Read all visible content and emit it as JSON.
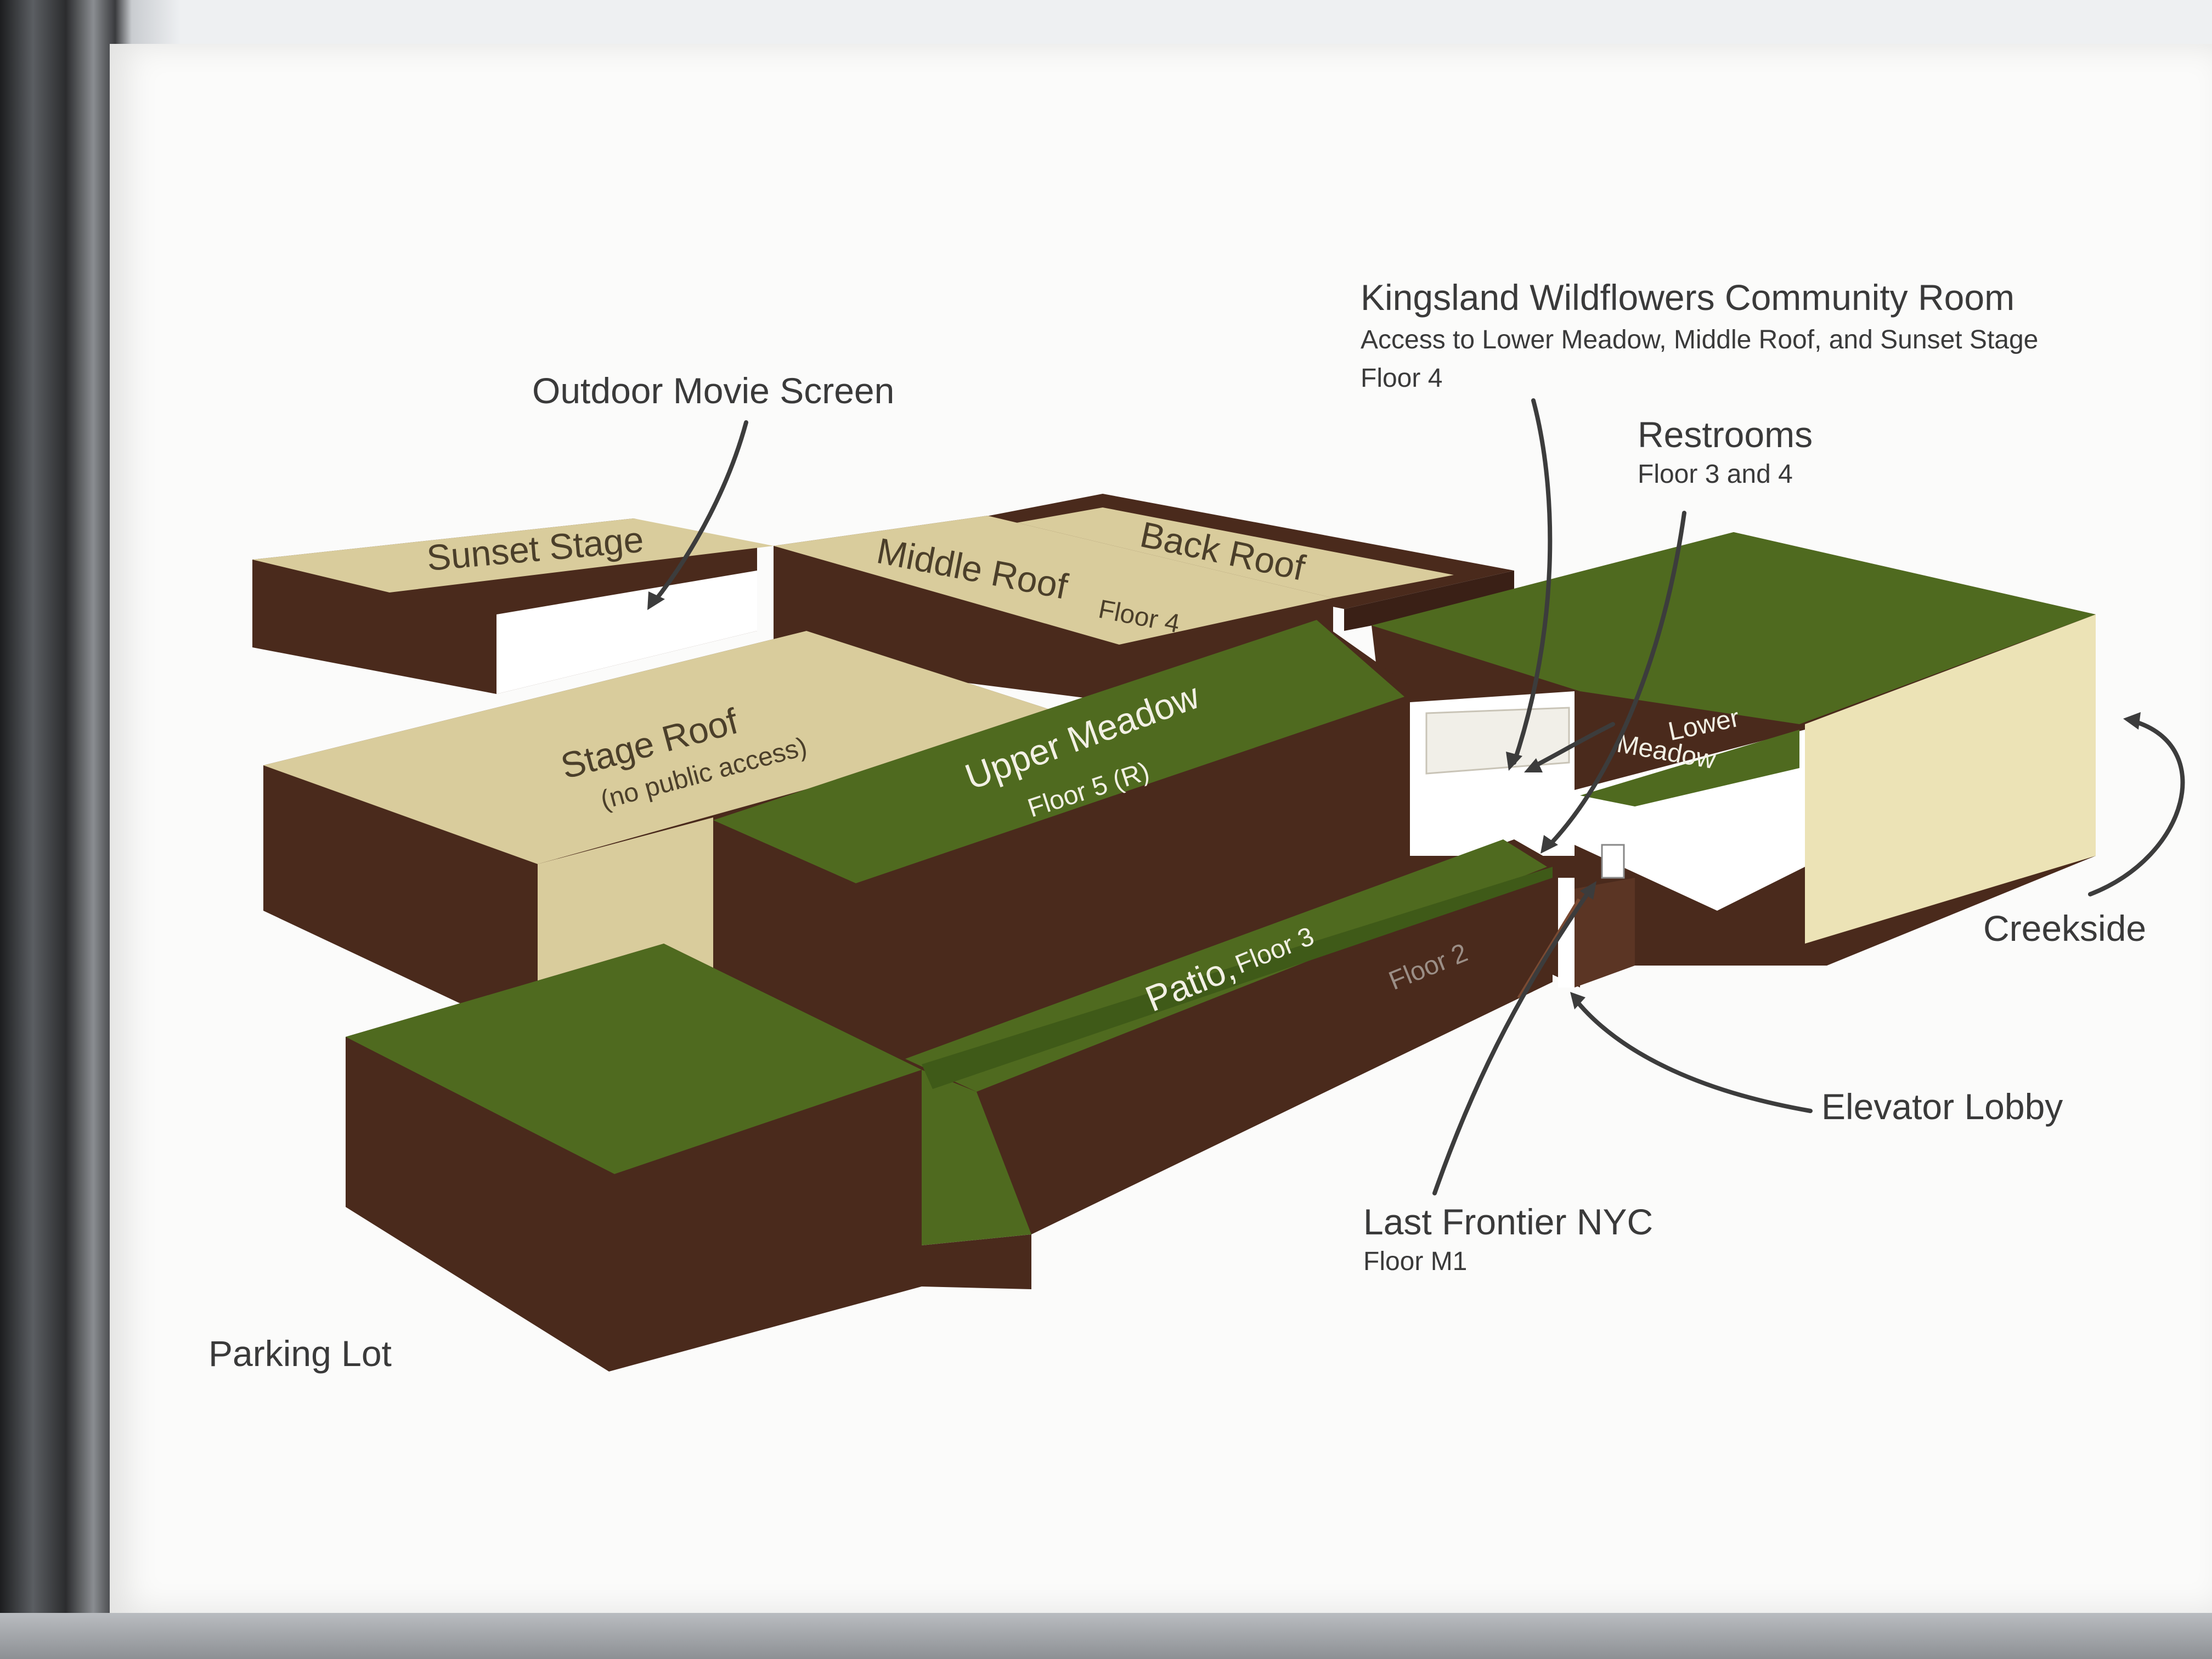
{
  "map": {
    "areas": {
      "sunset_stage": "Sunset Stage",
      "middle_roof": "Middle Roof",
      "middle_roof_floor": "Floor 4",
      "back_roof": "Back Roof",
      "stage_roof": "Stage Roof",
      "stage_roof_note": "(no public access)",
      "upper_meadow": "Upper Meadow",
      "upper_meadow_floor": "Floor 5 (R)",
      "patio": "Patio,",
      "patio_floor": "Floor 3",
      "lower_meadow_line1": "Lower",
      "lower_meadow_line2": "Meadow",
      "floor_2": "Floor 2"
    },
    "callouts": {
      "movie_screen": "Outdoor Movie Screen",
      "community_room": "Kingsland Wildflowers Community Room",
      "community_room_access": "Access to Lower Meadow, Middle Roof, and Sunset Stage",
      "community_room_floor": "Floor 4",
      "restrooms": "Restrooms",
      "restrooms_floor": "Floor 3 and 4",
      "creekside": "Creekside",
      "elevator_lobby": "Elevator Lobby",
      "last_frontier": "Last Frontier NYC",
      "last_frontier_floor": "Floor M1",
      "parking_lot": "Parking Lot"
    },
    "colors": {
      "roof_tan": "#d9cc9c",
      "meadow_green": "#4f6a1f",
      "wall_brown": "#4a2a1c",
      "creek_wall": "#ece3b6"
    }
  }
}
